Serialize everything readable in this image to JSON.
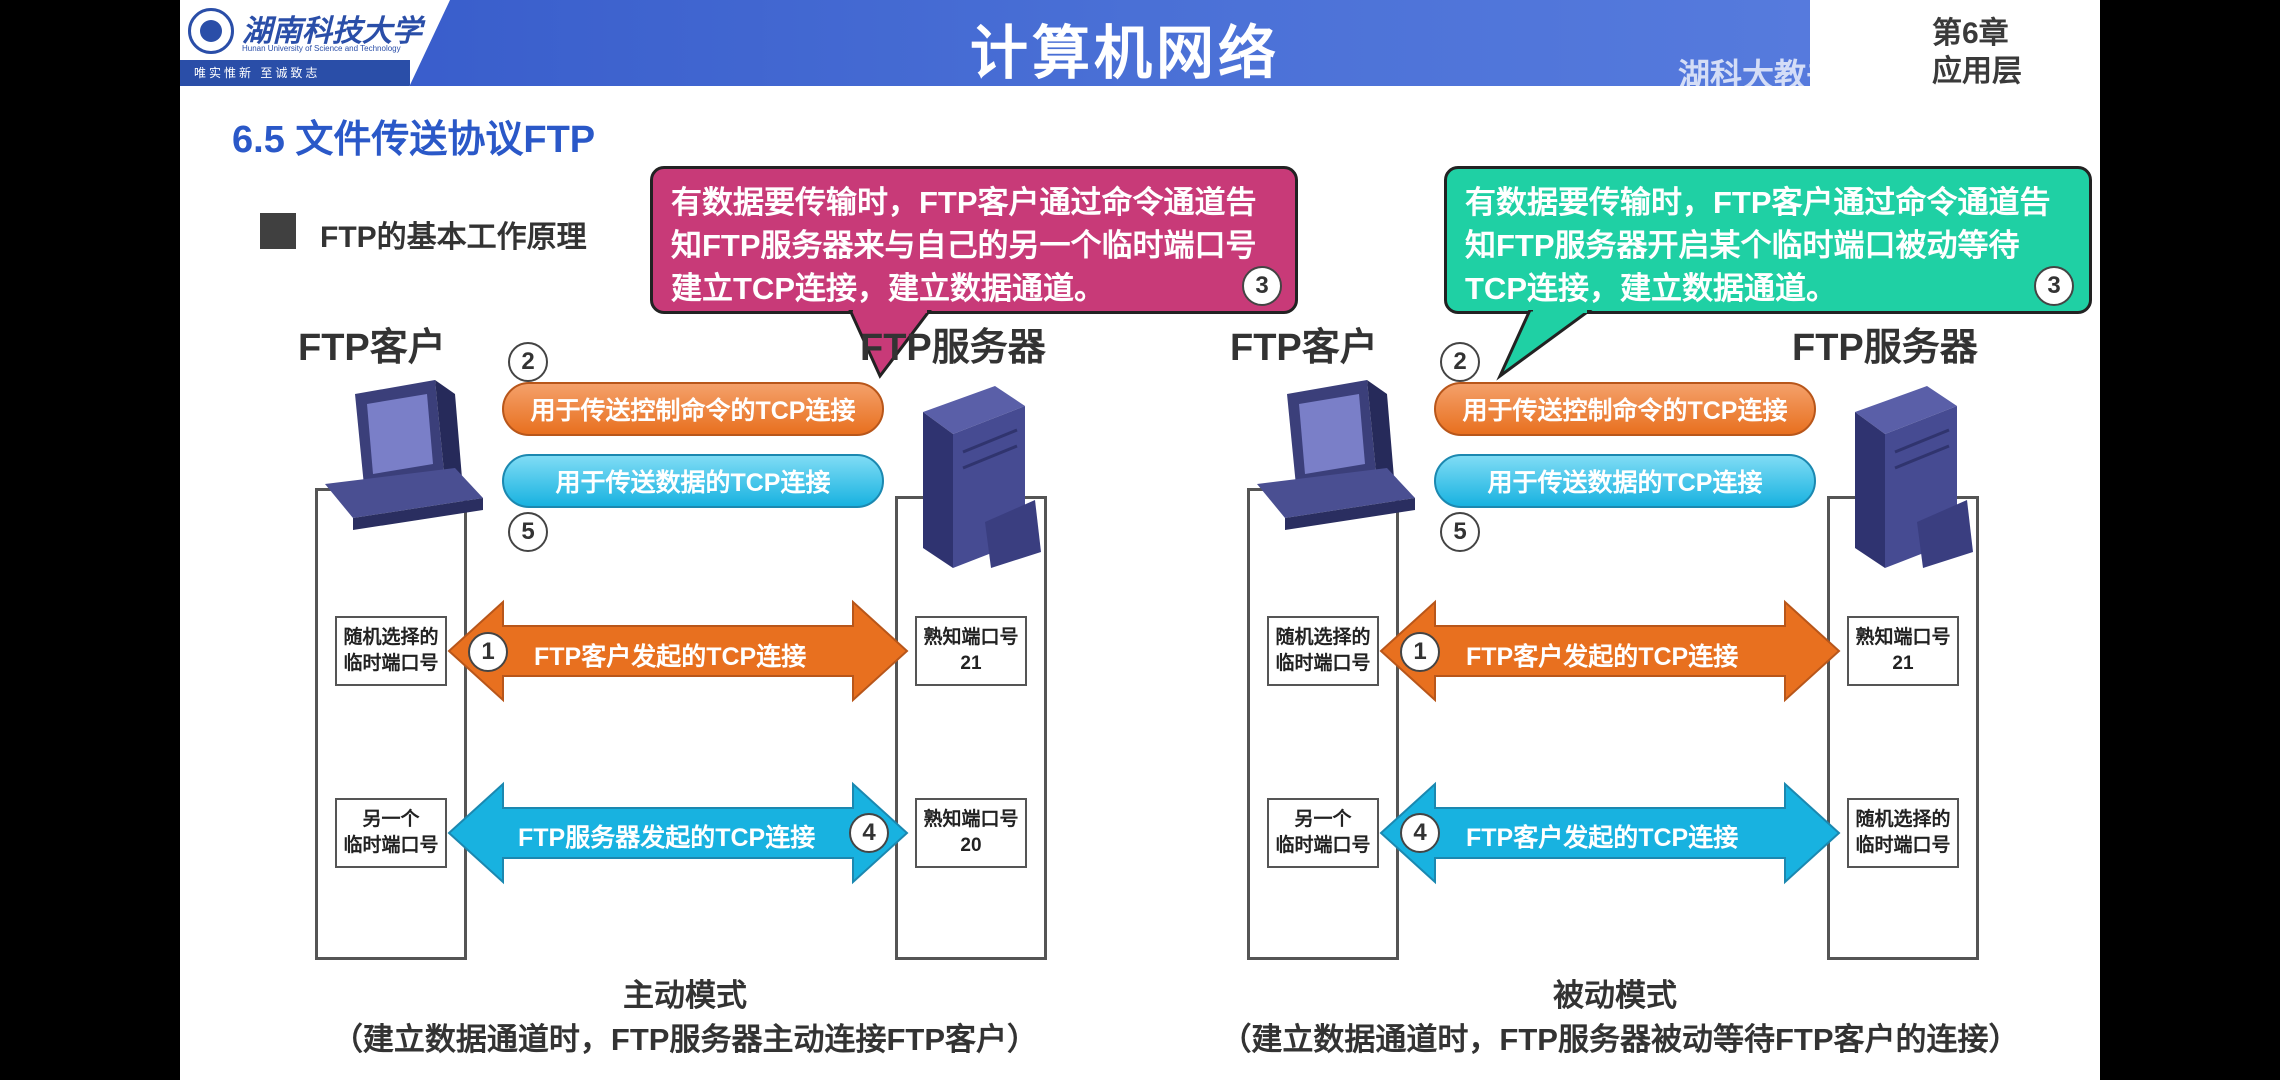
{
  "header": {
    "logo_cn": "湖南科技大学",
    "logo_en": "Hunan University of Science and Technology",
    "logo_motto": "唯实惟新   至诚致志",
    "title": "计算机网络",
    "chapter_num": "第6章",
    "chapter_name": "应用层",
    "watermark": "湖科大教书匠"
  },
  "section": {
    "title": "6.5 文件传送协议FTP",
    "bullet": "FTP的基本工作原理"
  },
  "colors": {
    "header": "#4a70d6",
    "orange": "#e8701f",
    "cyan": "#18b2e0",
    "pink": "#c83a78",
    "green": "#1fd0a4"
  },
  "left": {
    "client_label": "FTP客户",
    "server_label": "FTP服务器",
    "callout": "有数据要传输时，FTP客户通过命令通道告知FTP服务器来与自己的另一个临时端口号建立TCP连接，建立数据通道。",
    "callout_num": "3",
    "num2": "2",
    "num5": "5",
    "pipe_control": "用于传送控制命令的TCP连接",
    "pipe_data": "用于传送数据的TCP连接",
    "client_port1": "随机选择的\n临时端口号",
    "client_port2": "另一个\n临时端口号",
    "server_port1": "熟知端口号\n21",
    "server_port2": "熟知端口号\n20",
    "arrow1_num": "1",
    "arrow1_text": "FTP客户发起的TCP连接",
    "arrow4_num": "4",
    "arrow4_text": "FTP服务器发起的TCP连接",
    "mode_title": "主动模式",
    "mode_desc": "（建立数据通道时，FTP服务器主动连接FTP客户）"
  },
  "right": {
    "client_label": "FTP客户",
    "server_label": "FTP服务器",
    "callout": "有数据要传输时，FTP客户通过命令通道告知FTP服务器开启某个临时端口被动等待TCP连接，建立数据通道。",
    "callout_num": "3",
    "num2": "2",
    "num5": "5",
    "pipe_control": "用于传送控制命令的TCP连接",
    "pipe_data": "用于传送数据的TCP连接",
    "client_port1": "随机选择的\n临时端口号",
    "client_port2": "另一个\n临时端口号",
    "server_port1": "熟知端口号\n21",
    "server_port2": "随机选择的\n临时端口号",
    "arrow1_num": "1",
    "arrow1_text": "FTP客户发起的TCP连接",
    "arrow4_num": "4",
    "arrow4_text": "FTP客户发起的TCP连接",
    "mode_title": "被动模式",
    "mode_desc": "（建立数据通道时，FTP服务器被动等待FTP客户的连接）"
  }
}
